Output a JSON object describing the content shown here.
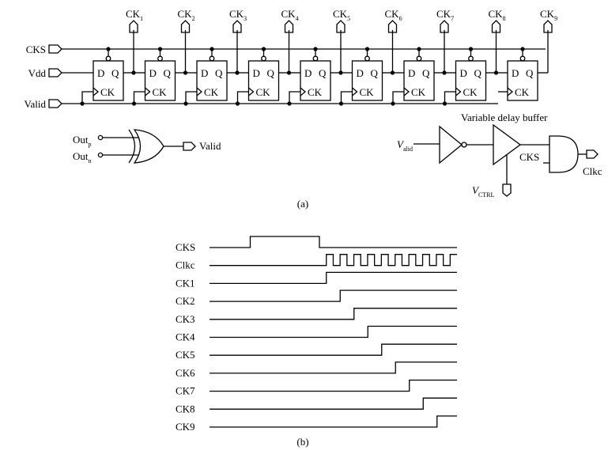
{
  "part_a": {
    "caption": "(a)",
    "inputs": {
      "cks": "CKS",
      "vdd": "Vdd",
      "valid": "Valid"
    },
    "outputs": [
      {
        "main": "CK",
        "sub": "1"
      },
      {
        "main": "CK",
        "sub": "2"
      },
      {
        "main": "CK",
        "sub": "3"
      },
      {
        "main": "CK",
        "sub": "4"
      },
      {
        "main": "CK",
        "sub": "5"
      },
      {
        "main": "CK",
        "sub": "6"
      },
      {
        "main": "CK",
        "sub": "7"
      },
      {
        "main": "CK",
        "sub": "8"
      },
      {
        "main": "CK",
        "sub": "9"
      }
    ],
    "flipflop": {
      "d": "D",
      "q": "Q",
      "ck": "CK"
    },
    "xor_gate": {
      "in_p": {
        "main": "Out",
        "sub": "p"
      },
      "in_n": {
        "main": "Out",
        "sub": "n"
      },
      "out": "Valid"
    },
    "delay_block": {
      "title": "Variable delay buffer",
      "in": {
        "main": "V",
        "sub": "alid"
      },
      "ctrl": {
        "main": "V",
        "sub": "CTRL"
      },
      "and_in": "CKS",
      "out": "Clkc"
    }
  },
  "part_b": {
    "caption": "(b)",
    "signals": [
      "CKS",
      "Clkc",
      "CK1",
      "CK2",
      "CK3",
      "CK4",
      "CK5",
      "CK6",
      "CK7",
      "CK8",
      "CK9"
    ],
    "cks_pulse": {
      "rise": 1,
      "fall": 6
    },
    "clkc_start": 6.5,
    "ck_rise_times": [
      6.5,
      7.5,
      8.5,
      9.5,
      10.5,
      11.5,
      12.5,
      13.5,
      14.5
    ]
  }
}
